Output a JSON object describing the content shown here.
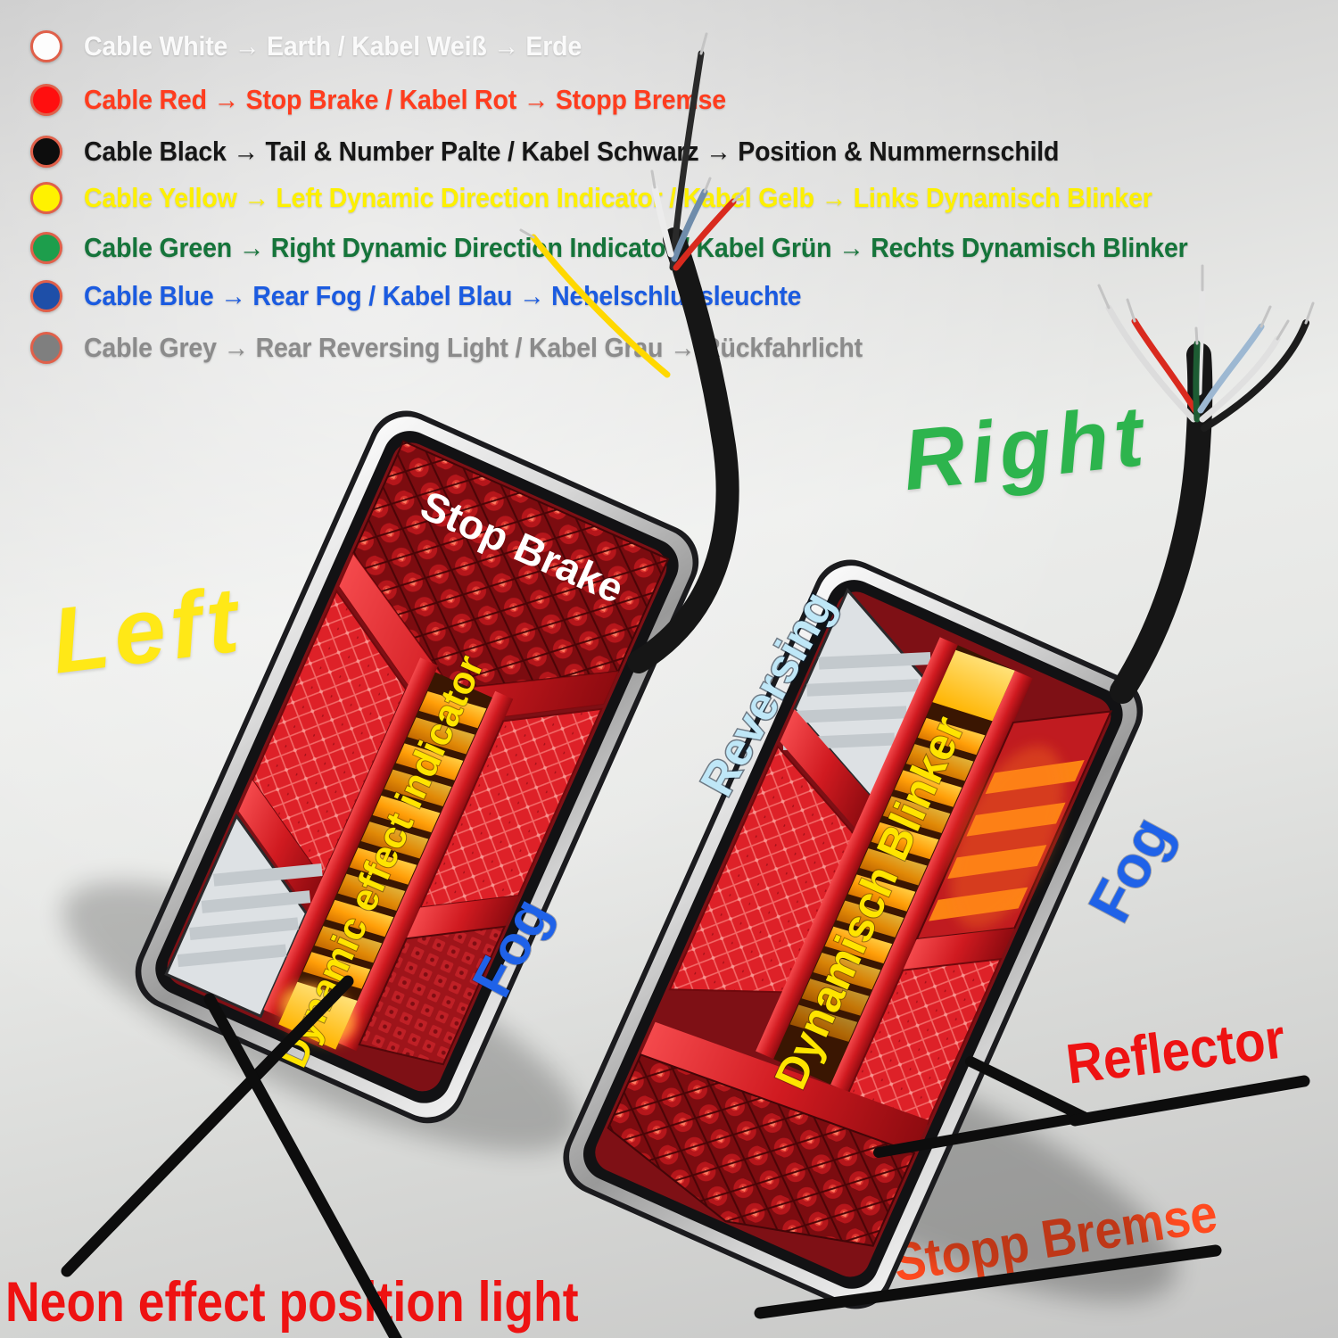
{
  "legend": {
    "dot_ring_color": "#e0604a",
    "items": [
      {
        "name": "white",
        "dot_color": "#fdfdfd",
        "text_color": "#fafafa",
        "label": "Cable White → Earth / Kabel Weiß → Erde"
      },
      {
        "name": "red",
        "dot_color": "#ff0f0f",
        "text_color": "#ff3c1e",
        "label": "Cable Red → Stop Brake / Kabel Rot → Stopp Bremse"
      },
      {
        "name": "black",
        "dot_color": "#0d0d0d",
        "text_color": "#161616",
        "label": "Cable Black → Tail & Number Palte / Kabel Schwarz → Position & Nummernschild"
      },
      {
        "name": "yellow",
        "dot_color": "#fff200",
        "text_color": "#fdf000",
        "label": "Cable Yellow → Left Dynamic Direction Indicator / Kabel Gelb → Links Dynamisch Blinker"
      },
      {
        "name": "green",
        "dot_color": "#1d9e4c",
        "text_color": "#15743a",
        "label": "Cable Green → Right Dynamic Direction Indicator / Kabel Grün → Rechts Dynamisch Blinker"
      },
      {
        "name": "blue",
        "dot_color": "#1e4fa8",
        "text_color": "#1b5be0",
        "label": "Cable Blue → Rear Fog / Kabel Blau → Nebelschlussleuchte"
      },
      {
        "name": "grey",
        "dot_color": "#7f7f7f",
        "text_color": "#8b8b8b",
        "label": "Cable Grey → Rear Reversing Light / Kabel Grau → Rückfahrlicht"
      }
    ]
  },
  "lamps": {
    "left": {
      "side_label": "Left",
      "side_label_color": "#ffe817",
      "stop_brake_label": "Stop Brake",
      "stop_brake_color": "#ffffff",
      "indicator_label": "Dynamic effect indicator",
      "indicator_color": "#ffe400",
      "fog_label": "Fog",
      "fog_color": "#1f62e8"
    },
    "right": {
      "side_label": "Right",
      "side_label_color": "#2db44d",
      "reversing_label": "Reversing",
      "reversing_color": "#bfe7f7",
      "indicator_label": "Dynamisch Blinker",
      "indicator_color": "#ffe400",
      "fog_label": "Fog",
      "fog_color": "#1f62e8"
    }
  },
  "annotations": {
    "reflector_label": "Reflector",
    "reflector_color": "#ee1212",
    "stopp_bremse_label": "Stopp Bremse",
    "stopp_bremse_color": "#ff4a1f",
    "neon_label": "Neon effect position light",
    "neon_color": "#ee1212",
    "line_color": "#0d0d0d"
  },
  "cables": {
    "sheath_color": "#161616",
    "left_wires": [
      {
        "name": "yellow",
        "color": "#ffd800"
      },
      {
        "name": "black",
        "color": "#2a2a2a"
      },
      {
        "name": "blue",
        "color": "#6f8cab"
      },
      {
        "name": "red",
        "color": "#d92a1e"
      },
      {
        "name": "white",
        "color": "#ececec"
      }
    ],
    "right_wires": [
      {
        "name": "white",
        "color": "#dcdcdc"
      },
      {
        "name": "red",
        "color": "#d92a1e"
      },
      {
        "name": "white",
        "color": "#e6e6e6"
      },
      {
        "name": "green",
        "color": "#1d5c33"
      },
      {
        "name": "blue",
        "color": "#9db8d2"
      },
      {
        "name": "white",
        "color": "#e0e0e0"
      },
      {
        "name": "black",
        "color": "#1c1c1c"
      }
    ]
  }
}
